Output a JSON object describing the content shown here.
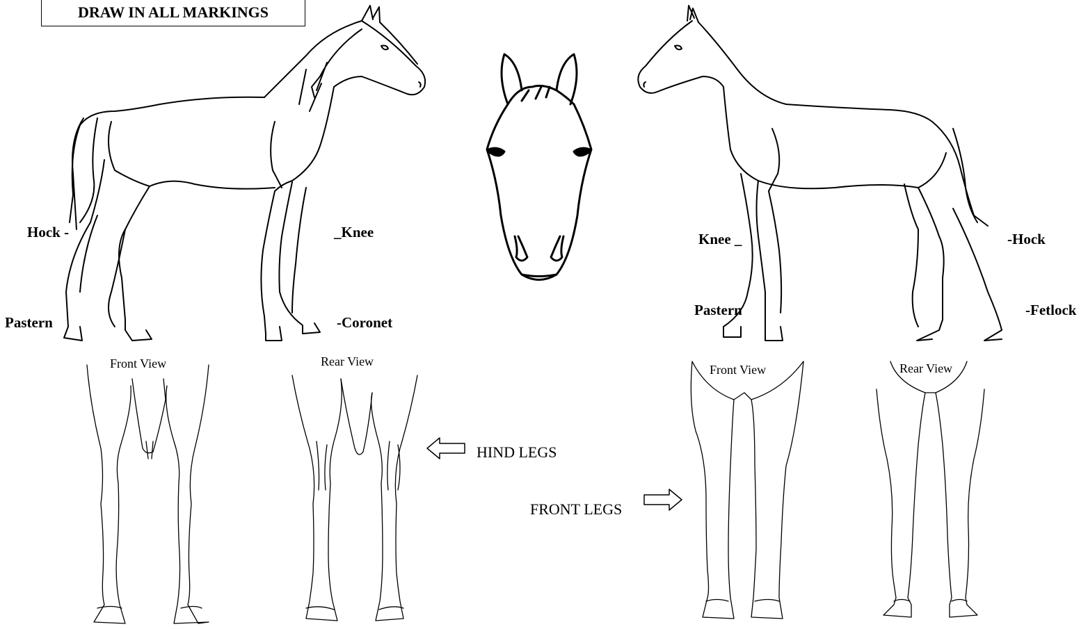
{
  "title": "DRAW IN ALL MARKINGS",
  "left_horse": {
    "hock": "Hock -",
    "knee": "_Knee",
    "pastern": "Pastern",
    "coronet": "-Coronet"
  },
  "right_horse": {
    "knee": "Knee _",
    "hock": "-Hock",
    "pastern": "Pastern",
    "fetlock": "-Fetlock"
  },
  "hind_legs": {
    "front_view": "Front View",
    "rear_view": "Rear View",
    "label": "HIND LEGS"
  },
  "front_legs": {
    "front_view": "Front View",
    "rear_view": "Rear View",
    "label": "FRONT LEGS"
  },
  "icons": [
    "horse-left-profile-icon",
    "horse-head-front-icon",
    "horse-right-profile-icon",
    "arrow-left-icon",
    "arrow-right-icon"
  ]
}
